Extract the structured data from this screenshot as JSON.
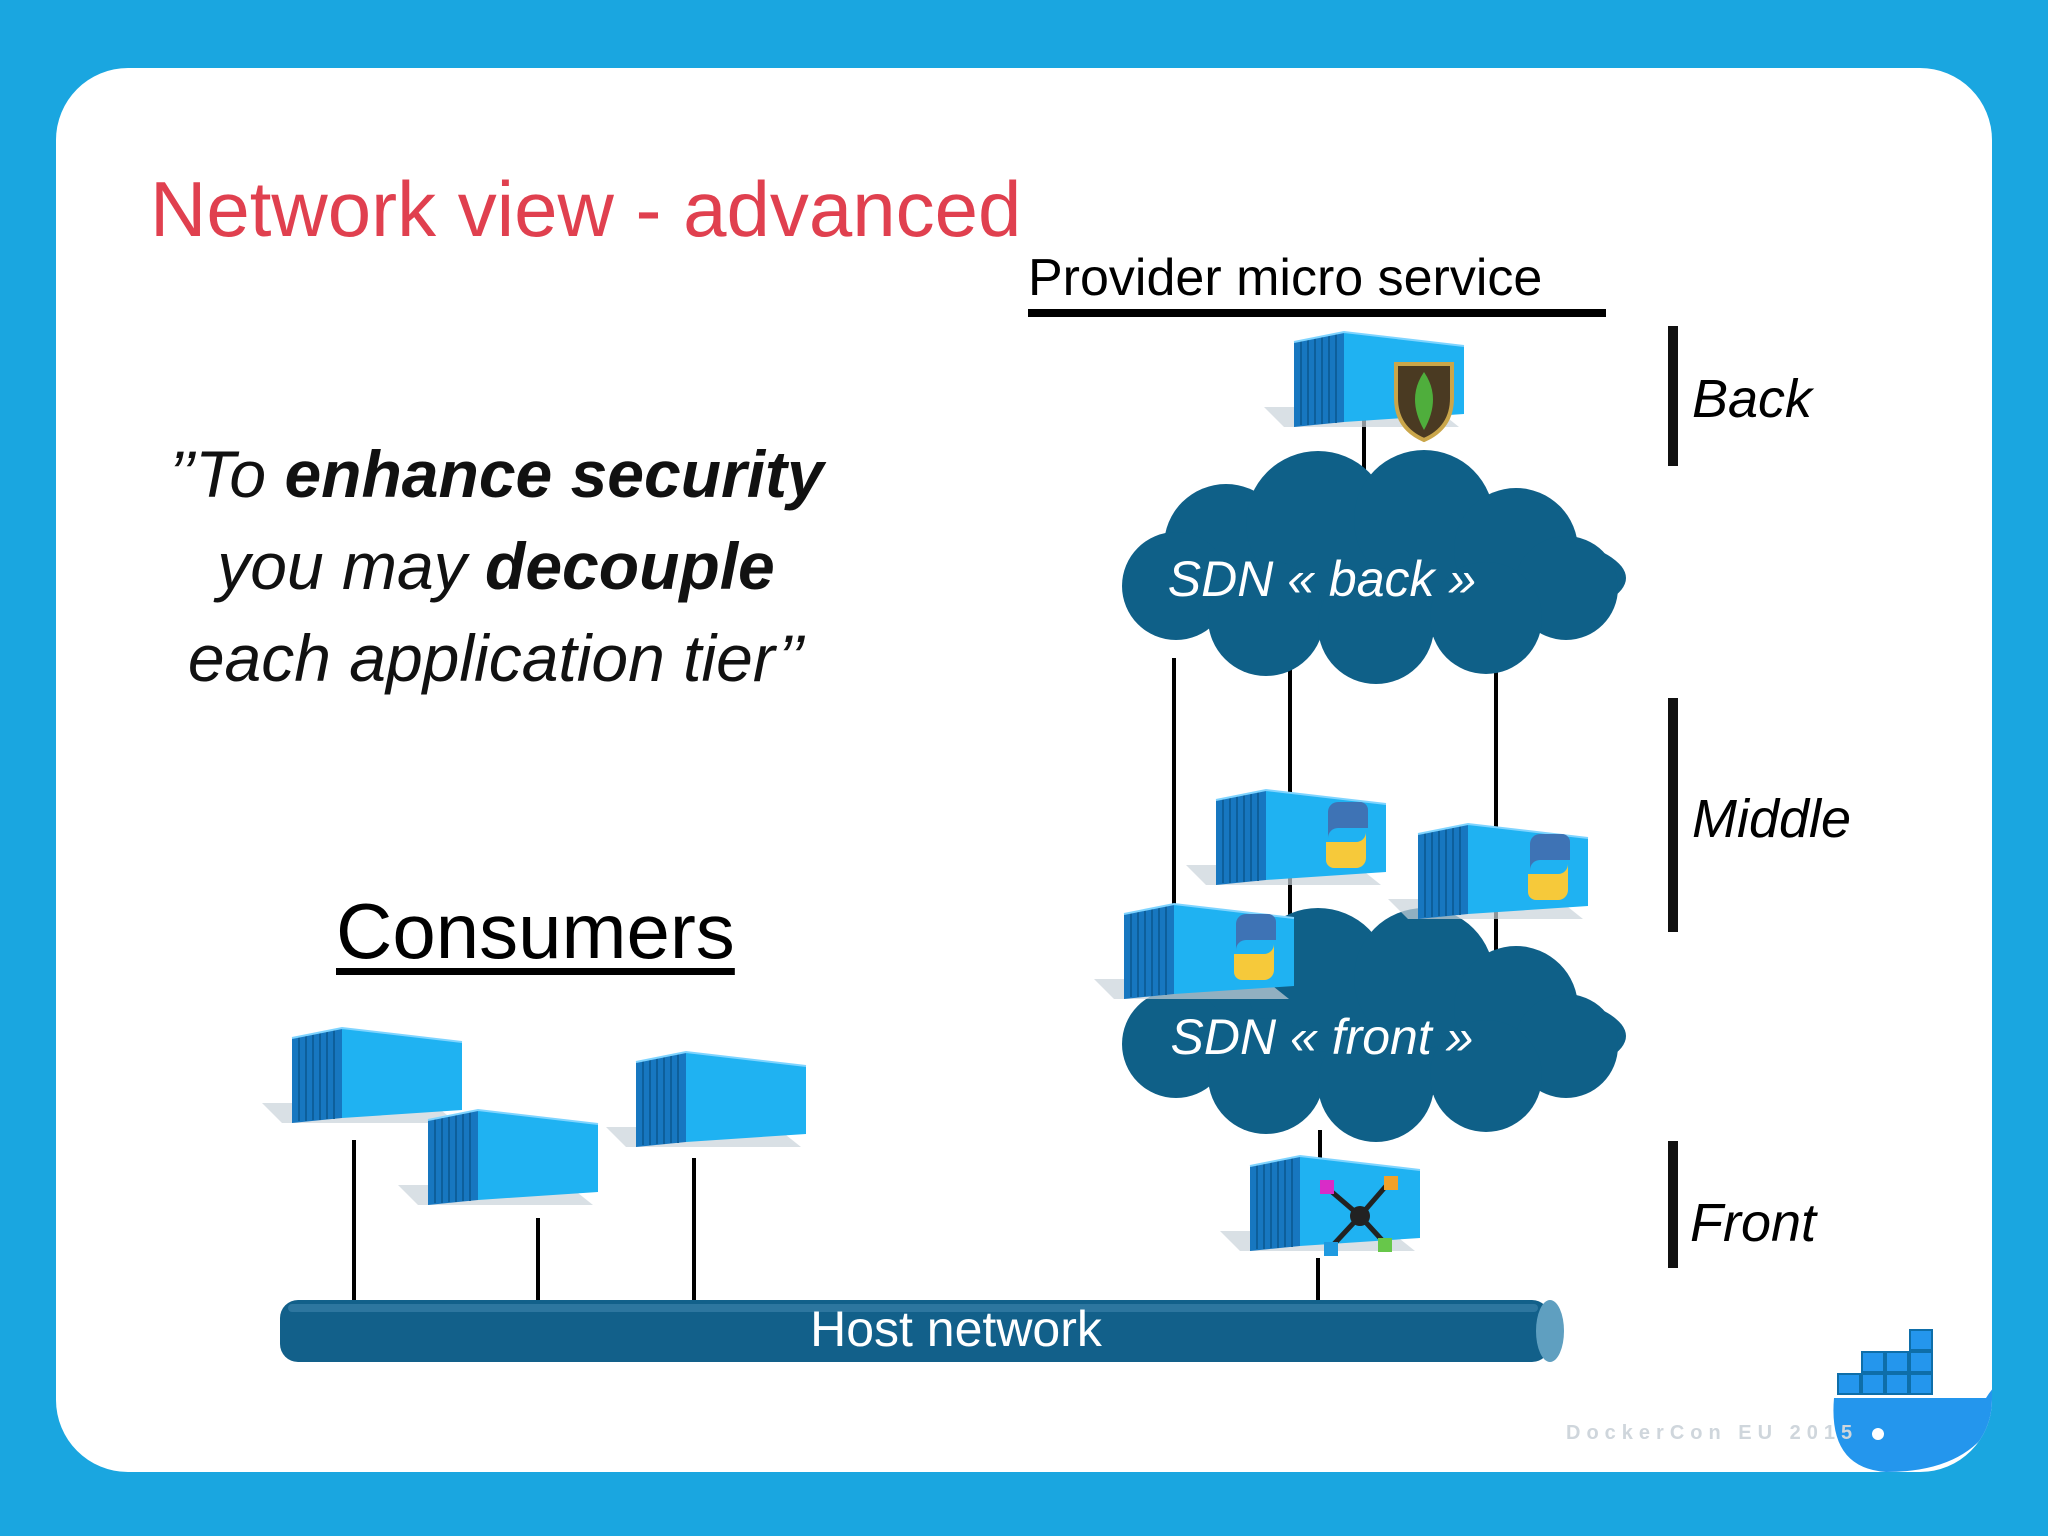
{
  "slide": {
    "title": "Network view - advanced",
    "provider_heading": "Provider micro service",
    "consumers_heading": "Consumers",
    "quote": {
      "part1": "’’To ",
      "bold1": "enhance security",
      "part2": "you may ",
      "bold2": "decouple",
      "part3": "each application tier’’"
    },
    "tiers": [
      "Back",
      "Middle",
      "Front"
    ],
    "networks": {
      "sdn_back": "SDN « back »",
      "sdn_front": "SDN « front »",
      "host": "Host network"
    },
    "footer": "DockerCon EU 2015"
  },
  "colors": {
    "background": "#1aa6e0",
    "title": "#e0404f",
    "cloud": "#0f6088",
    "host_pipe": "#12608a",
    "container": "#1fa9ee"
  },
  "icons": [
    "mongodb-leaf-icon",
    "python-logo-icon",
    "network-node-icon",
    "docker-whale-icon"
  ]
}
